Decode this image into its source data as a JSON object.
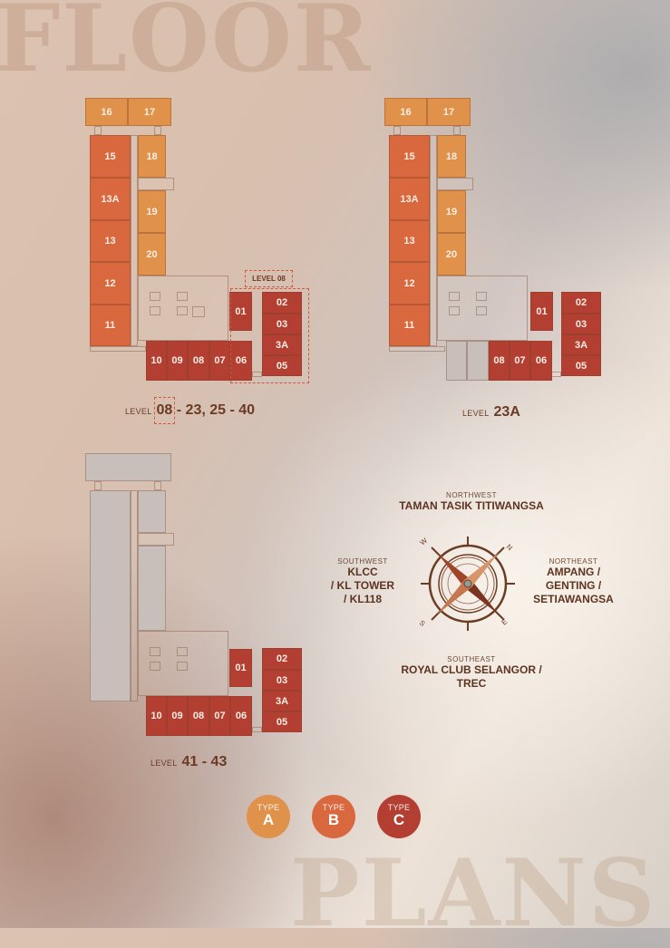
{
  "title": {
    "top_word": "FLOOR",
    "bottom_word": "PLANS"
  },
  "colors": {
    "type_a": "#e0914a",
    "type_b": "#d9683e",
    "type_c": "#b33f32",
    "text_brown": "#6b3a22",
    "highlight_dash": "#d0583e"
  },
  "plans": [
    {
      "label_prefix": "LEVEL",
      "label_highlight": "08",
      "label_rest": " - 23, 25 - 40",
      "level_tag": "LEVEL 08",
      "units": {
        "u16": "16",
        "u17": "17",
        "u15": "15",
        "u13a": "13A",
        "u13": "13",
        "u12": "12",
        "u11": "11",
        "u18": "18",
        "u19": "19",
        "u20": "20",
        "u01": "01",
        "u02": "02",
        "u03": "03",
        "u3a": "3A",
        "u05": "05",
        "u10": "10",
        "u09": "09",
        "u08": "08",
        "u07": "07",
        "u06": "06"
      }
    },
    {
      "label_prefix": "LEVEL",
      "label_rest": "23A",
      "units": {
        "u16": "16",
        "u17": "17",
        "u15": "15",
        "u13a": "13A",
        "u13": "13",
        "u12": "12",
        "u11": "11",
        "u18": "18",
        "u19": "19",
        "u20": "20",
        "u01": "01",
        "u02": "02",
        "u03": "03",
        "u3a": "3A",
        "u05": "05",
        "u08": "08",
        "u07": "07",
        "u06": "06"
      }
    },
    {
      "label_prefix": "LEVEL",
      "label_rest": "41 - 43",
      "units": {
        "u01": "01",
        "u02": "02",
        "u03": "03",
        "u3a": "3A",
        "u05": "05",
        "u10": "10",
        "u09": "09",
        "u08": "08",
        "u07": "07",
        "u06": "06"
      }
    }
  ],
  "compass": {
    "points": {
      "n": "N",
      "e": "E",
      "s": "S",
      "w": "W"
    },
    "northwest": {
      "heading": "NORTHWEST",
      "place": "TAMAN TASIK TITIWANGSA"
    },
    "southwest": {
      "heading": "SOUTHWEST",
      "lines": [
        "KLCC",
        "/ KL TOWER",
        "/ KL118"
      ]
    },
    "northeast": {
      "heading": "NORTHEAST",
      "lines": [
        "AMPANG /",
        "GENTING /",
        "SETIAWANGSA"
      ]
    },
    "southeast": {
      "heading": "SOUTHEAST",
      "lines": [
        "ROYAL CLUB SELANGOR /",
        "TREC"
      ]
    }
  },
  "legend": [
    {
      "type_label": "TYPE",
      "letter": "A",
      "color": "#e0914a"
    },
    {
      "type_label": "TYPE",
      "letter": "B",
      "color": "#d9683e"
    },
    {
      "type_label": "TYPE",
      "letter": "C",
      "color": "#b33f32"
    }
  ]
}
